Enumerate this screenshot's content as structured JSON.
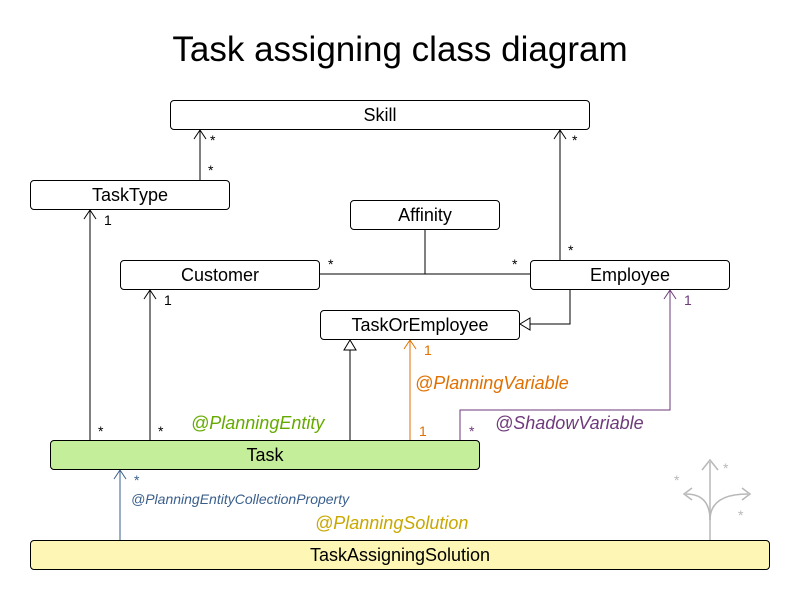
{
  "title": "Task assigning class diagram",
  "classes": {
    "skill": "Skill",
    "tasktype": "TaskType",
    "affinity": "Affinity",
    "customer": "Customer",
    "employee": "Employee",
    "taskoremployee": "TaskOrEmployee",
    "task": "Task",
    "solution": "TaskAssigningSolution"
  },
  "multiplicities": {
    "skill_tasktype_top": "*",
    "skill_tasktype_bottom": "*",
    "skill_employee_top": "*",
    "skill_employee_bottom": "*",
    "tasktype_task_top": "1",
    "tasktype_task_bottom": "*",
    "customer_task_top": "1",
    "customer_task_bottom": "*",
    "customer_affinity": "*",
    "employee_affinity": "*",
    "taskoremployee_task_top": "1",
    "taskoremployee_task_bottom": "1",
    "employee_shadow_top": "1",
    "employee_shadow_bottom": "*",
    "solution_task": "*",
    "logo_left": "*",
    "logo_top": "*",
    "logo_right": "*"
  },
  "annotations": {
    "planning_entity": "@PlanningEntity",
    "planning_variable": "@PlanningVariable",
    "shadow_variable": "@ShadowVariable",
    "collection_property": "@PlanningEntityCollectionProperty",
    "planning_solution": "@PlanningSolution"
  },
  "colors": {
    "planning_entity": "#66aa00",
    "planning_variable": "#e07000",
    "shadow_variable": "#6e3a7a",
    "collection_property": "#3a5f8c",
    "planning_solution": "#c8a800",
    "task_fill": "#c5ee9a",
    "solution_fill": "#fdf6b4"
  }
}
